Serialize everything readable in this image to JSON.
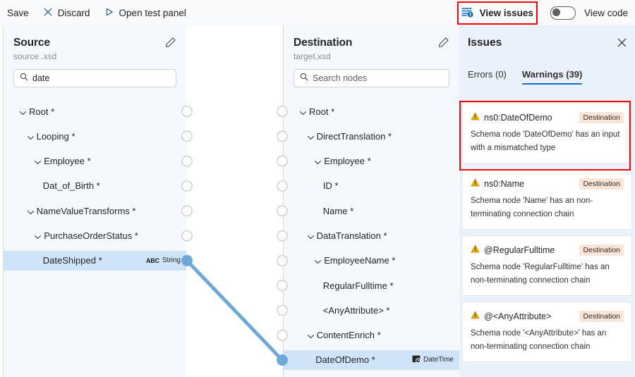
{
  "toolbar": {
    "save_label": "Save",
    "discard_label": "Discard",
    "open_test_panel_label": "Open test panel",
    "view_issues_label": "View issues",
    "view_code_label": "View code",
    "toggle_state": "off",
    "accent_color": "#0f6cbd",
    "highlight_color": "#ff0000"
  },
  "source": {
    "title": "Source",
    "subtitle": "source .xsd",
    "search_value": "date",
    "search_placeholder": "Search nodes",
    "tree": [
      {
        "label": "Root *",
        "level": 0,
        "chevron": true,
        "selected": false
      },
      {
        "label": "Looping *",
        "level": 1,
        "chevron": true,
        "selected": false
      },
      {
        "label": "Employee *",
        "level": 2,
        "chevron": true,
        "selected": false
      },
      {
        "label": "Dat_of_Birth *",
        "level": 3,
        "chevron": false,
        "selected": false
      },
      {
        "label": "NameValueTransforms *",
        "level": 1,
        "chevron": true,
        "selected": false
      },
      {
        "label": "PurchaseOrderStatus *",
        "level": 2,
        "chevron": true,
        "selected": false
      },
      {
        "label": "DateShipped *",
        "level": 3,
        "chevron": false,
        "selected": true,
        "type": "String",
        "type_icon": "abc-string-icon"
      }
    ]
  },
  "destination": {
    "title": "Destination",
    "subtitle": "target.xsd",
    "search_value": "",
    "search_placeholder": "Search nodes",
    "tree": [
      {
        "label": "Root *",
        "level": 0,
        "chevron": true,
        "selected": false
      },
      {
        "label": "DirectTranslation *",
        "level": 1,
        "chevron": true,
        "selected": false
      },
      {
        "label": "Employee *",
        "level": 2,
        "chevron": true,
        "selected": false
      },
      {
        "label": "ID *",
        "level": 3,
        "chevron": false,
        "selected": false
      },
      {
        "label": "Name *",
        "level": 3,
        "chevron": false,
        "selected": false
      },
      {
        "label": "DataTranslation *",
        "level": 1,
        "chevron": true,
        "selected": false
      },
      {
        "label": "EmployeeName *",
        "level": 2,
        "chevron": true,
        "selected": false
      },
      {
        "label": "RegularFulltime *",
        "level": 3,
        "chevron": false,
        "selected": false
      },
      {
        "label": "<AnyAttribute> *",
        "level": 3,
        "chevron": false,
        "selected": false
      },
      {
        "label": "ContentEnrich *",
        "level": 1,
        "chevron": true,
        "selected": false
      },
      {
        "label": "DateOfDemo *",
        "level": 2,
        "chevron": false,
        "selected": true,
        "type": "DateTime",
        "type_icon": "calendar-clock-icon"
      }
    ]
  },
  "connection": {
    "color": "#6ca9d8",
    "from_row": 6,
    "to_row": 10
  },
  "issues": {
    "title": "Issues",
    "tabs": [
      {
        "label": "Errors (0)",
        "active": false
      },
      {
        "label": "Warnings (39)",
        "active": true
      }
    ],
    "items": [
      {
        "name": "ns0:DateOfDemo",
        "scope": "Destination",
        "description": "Schema node 'DateOfDemo' has an input with a mismatched type",
        "highlighted": true
      },
      {
        "name": "ns0:Name",
        "scope": "Destination",
        "description": "Schema node 'Name' has an non-terminating connection chain",
        "highlighted": false
      },
      {
        "name": "@RegularFulltime",
        "scope": "Destination",
        "description": "Schema node 'RegularFulltime' has an non-terminating connection chain",
        "highlighted": false
      },
      {
        "name": "@<AnyAttribute>",
        "scope": "Destination",
        "description": "Schema node '<AnyAttribute>' has an non-terminating connection chain",
        "highlighted": false
      }
    ]
  }
}
